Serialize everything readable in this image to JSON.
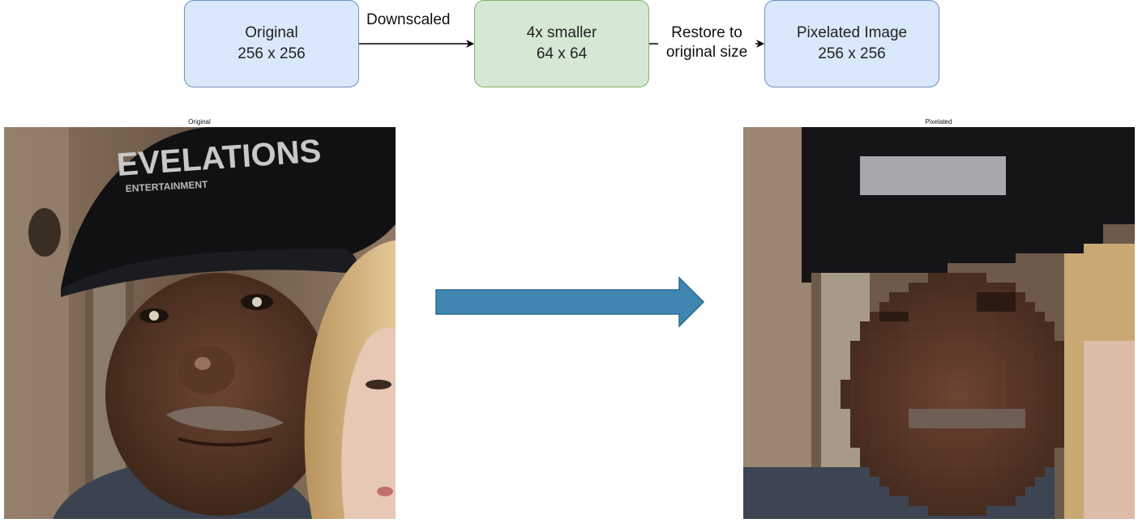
{
  "flow": {
    "original_box": {
      "line1": "Original",
      "line2": "256 x 256"
    },
    "smaller_box": {
      "line1": "4x smaller",
      "line2": "64 x 64"
    },
    "pixelated_box": {
      "line1": "Pixelated Image",
      "line2": "256 x 256"
    },
    "edge_downscaled": "Downscaled",
    "edge_restore_line1": "Restore to",
    "edge_restore_line2": "original size"
  },
  "images": {
    "original_caption": "Original",
    "pixelated_caption": "Pixelated",
    "cap_text": "EVELATIONS",
    "cap_subtext": "ENTERTAINMENT"
  },
  "colors": {
    "blue_fill": "#dae8fc",
    "blue_stroke": "#6c8ebf",
    "green_fill": "#d5e8d4",
    "green_stroke": "#82b366",
    "big_arrow": "#3f86b0"
  }
}
